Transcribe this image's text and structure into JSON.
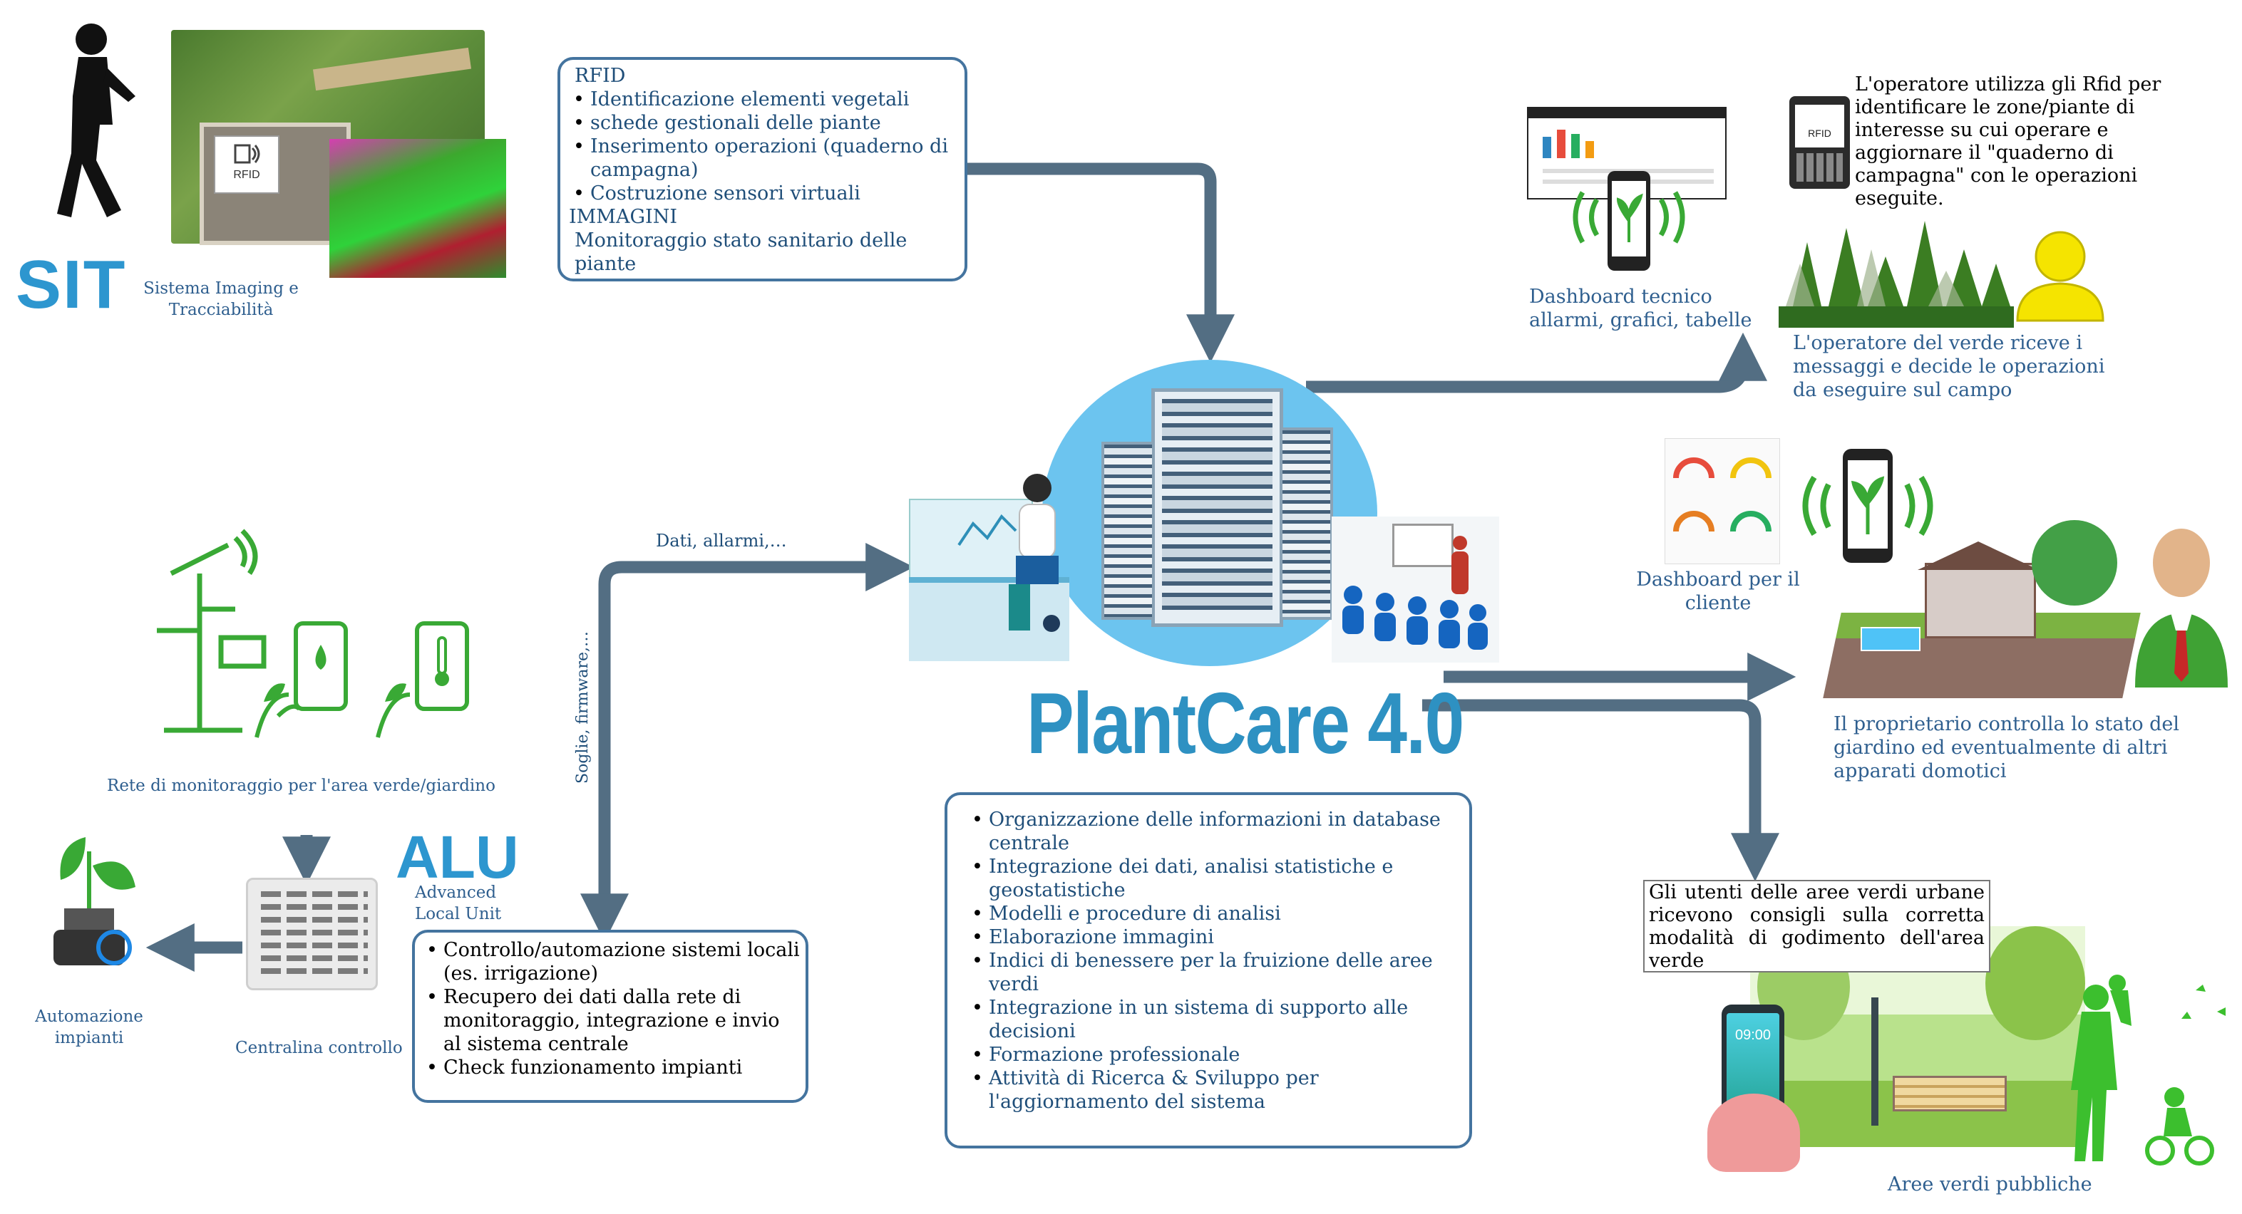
{
  "colors": {
    "arrow": "#536e83",
    "box_border": "#44749f",
    "title": "#2e91c2",
    "server_bg": "#6cc4ef",
    "green": "#39a935",
    "navy": "#1f4e79"
  },
  "sit": {
    "logo": "SIT",
    "caption": "Sistema Imaging e Tracciabilità",
    "rfid_tag": "RFID"
  },
  "rfid_box": {
    "header1": "RFID",
    "items": [
      "Identificazione elementi vegetali",
      "schede gestionali delle piante",
      "Inserimento operazioni (quaderno di campagna)",
      "Costruzione sensori virtuali"
    ],
    "header2": "IMMAGINI",
    "note": "Monitoraggio stato sanitario delle piante"
  },
  "flow_labels": {
    "data": "Dati, allarmi,…",
    "thresholds": "Soglie, firmware,…"
  },
  "title": "PlantCare 4.0",
  "center_box": {
    "items": [
      "Organizzazione delle informazioni in database centrale",
      "Integrazione dei dati, analisi statistiche e geostatistiche",
      "Modelli e procedure di analisi",
      "Elaborazione immagini",
      "Indici di benessere per la fruizione delle aree verdi",
      "Integrazione in un sistema di supporto alle decisioni",
      "Formazione professionale",
      "Attività di Ricerca & Sviluppo per l'aggiornamento del sistema"
    ]
  },
  "network": {
    "caption": "Rete di monitoraggio per l'area verde/giardino"
  },
  "alu": {
    "logo": "ALU",
    "subtitle": "Advanced Local Unit",
    "items": [
      "Controllo/automazione sistemi locali (es. irrigazione)",
      "Recupero dei dati dalla rete di monitoraggio, integrazione e invio al sistema centrale",
      "Check funzionamento impianti"
    ]
  },
  "automation": {
    "caption": "Automazione impianti"
  },
  "controller": {
    "caption": "Centralina controllo"
  },
  "dashboard_tech": {
    "caption": "Dashboard tecnico allarmi, grafici, tabelle"
  },
  "operator_rfid": {
    "text": "L'operatore utilizza gli Rfid per identificare le zone/piante di interesse su cui operare e aggiornare il \"quaderno di campagna\" con le operazioni eseguite.",
    "rfid_tag": "RFID"
  },
  "operator_receive": {
    "text": "L'operatore del verde riceve i messaggi e decide  le operazioni da eseguire sul campo"
  },
  "dashboard_client": {
    "caption": "Dashboard per il cliente"
  },
  "owner": {
    "text": "Il proprietario controlla lo stato del giardino ed eventualmente di altri apparati domotici"
  },
  "users": {
    "text": "Gli utenti delle aree verdi urbane ricevono consigli sulla corretta modalità di godimento dell'area verde"
  },
  "public": {
    "caption": "Aree verdi pubbliche",
    "clock": "09:00"
  }
}
